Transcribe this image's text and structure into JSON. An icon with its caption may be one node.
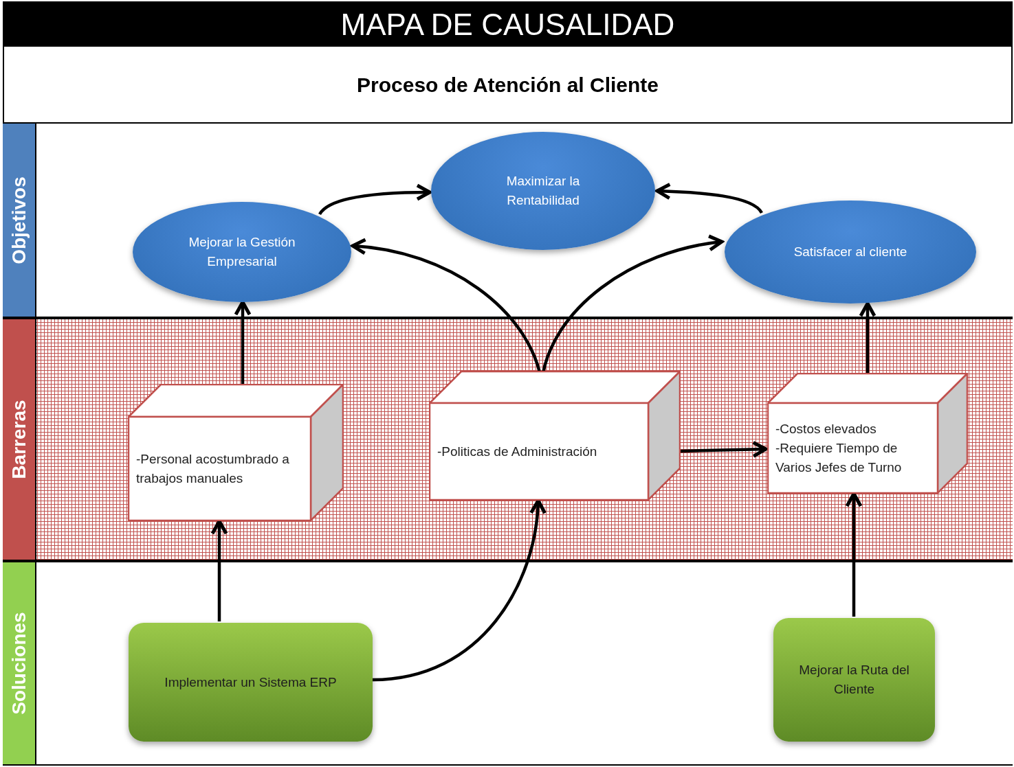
{
  "diagram": {
    "title": "MAPA DE CAUSALIDAD",
    "nodes": [
      {
        "text": [
          "Objetivos"
        ]
      },
      {
        "text": [
          "Barreras"
        ]
      },
      {
        "text": [
          "Soluciones"
        ]
      },
      {
        "text": [
          "Mejorar la Gestión Empresarial"
        ],
        "in": 0
      },
      {
        "text": [
          "Maximizar la Rentabilidad"
        ],
        "in": 0
      },
      {
        "text": [
          "Satisfacer al cliente"
        ],
        "in": 0
      },
      {
        "text": [
          "-Personal acostumbrado a trabajos manuales"
        ],
        "in": 1
      },
      {
        "text": [
          "-Politicas de Administración"
        ],
        "in": 1
      },
      {
        "text": [
          "-Costos elevados",
          "-Requiere Tiempo de Varios Jefes de Turno"
        ],
        "in": 1
      },
      {
        "text": [
          "Implementar un Sistema ERP"
        ],
        "in": 2
      },
      {
        "text": [
          "Mejorar la Ruta del Cliente"
        ],
        "in": 2
      }
    ],
    "edges": [
      {
        "from": 3,
        "to": 4,
        "arrow": "to"
      },
      {
        "from": 5,
        "to": 4,
        "arrow": "to"
      },
      {
        "from": 7,
        "to": 3,
        "arrow": "to"
      },
      {
        "from": 7,
        "to": 5,
        "arrow": "to"
      },
      {
        "from": 6,
        "to": 3,
        "arrow": "to"
      },
      {
        "from": 8,
        "to": 5,
        "arrow": "to"
      },
      {
        "from": 7,
        "to": 8,
        "arrow": "to"
      },
      {
        "from": 9,
        "to": 6,
        "arrow": "to"
      },
      {
        "from": 9,
        "to": 7,
        "arrow": "to"
      },
      {
        "from": 10,
        "to": 8,
        "arrow": "to"
      }
    ],
    "labels": [
      "Proceso de Atención al Cliente"
    ]
  }
}
